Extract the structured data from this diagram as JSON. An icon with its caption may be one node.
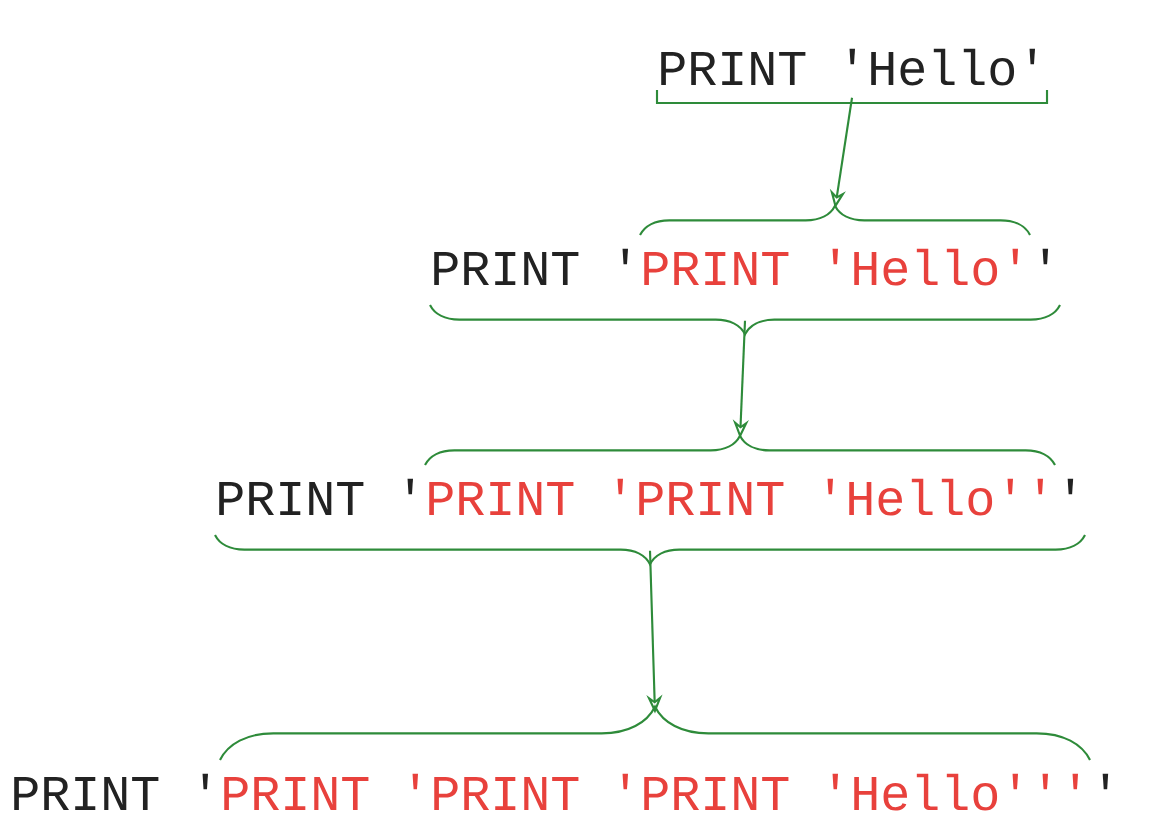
{
  "diagram": {
    "nodes": [
      {
        "text": [
          "PRINT 'Hello'"
        ]
      },
      {
        "text": [
          "PRINT '",
          "PRINT 'Hello'",
          "'"
        ]
      },
      {
        "text": [
          "PRINT '",
          "PRINT 'PRINT 'Hello''",
          "'"
        ]
      },
      {
        "text": [
          "PRINT '",
          "PRINT 'PRINT 'PRINT 'Hello'''",
          "'"
        ]
      }
    ],
    "edges": [
      {
        "from": 0,
        "to": 1,
        "arrow": "to"
      },
      {
        "from": 1,
        "to": 2,
        "arrow": "to"
      },
      {
        "from": 2,
        "to": 3,
        "arrow": "to"
      }
    ]
  }
}
